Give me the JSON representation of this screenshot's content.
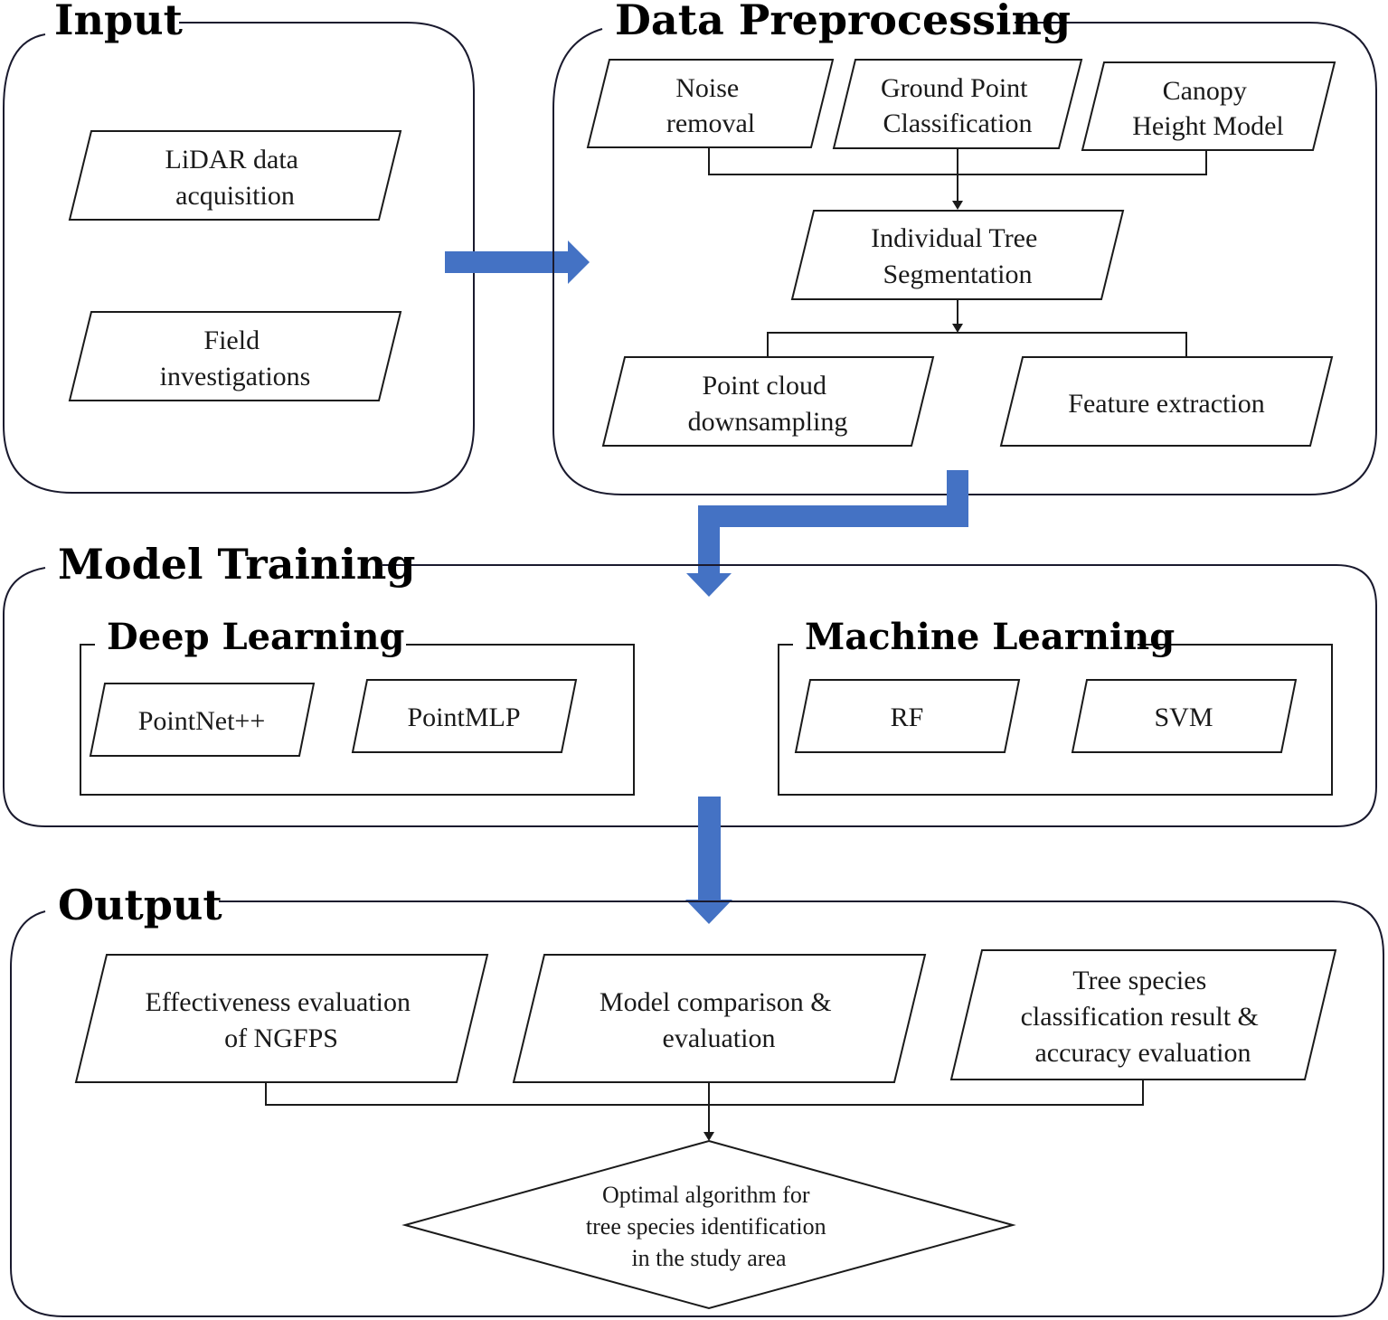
{
  "sections": {
    "input": {
      "title": "Input",
      "lidar": [
        "LiDAR data",
        "acquisition"
      ],
      "field": [
        "Field",
        "investigations"
      ]
    },
    "preprocessing": {
      "title": "Data Preprocessing",
      "noise": [
        "Noise",
        "removal"
      ],
      "ground": [
        "Ground Point",
        "Classification"
      ],
      "canopy": [
        "Canopy",
        "Height Model"
      ],
      "segmentation": [
        "Individual Tree",
        "Segmentation"
      ],
      "downsampling": [
        "Point cloud",
        "downsampling"
      ],
      "feature": "Feature extraction"
    },
    "training": {
      "title": "Model Training",
      "deep": {
        "title": "Deep Learning",
        "pointnet": "PointNet++",
        "pointmlp": "PointMLP"
      },
      "machine": {
        "title": "Machine Learning",
        "rf": "RF",
        "svm": "SVM"
      }
    },
    "output": {
      "title": "Output",
      "effectiveness": [
        "Effectiveness evaluation",
        "of NGFPS"
      ],
      "comparison": [
        "Model comparison &",
        "evaluation"
      ],
      "species": [
        "Tree species",
        "classification result &",
        "accuracy evaluation"
      ],
      "optimal": [
        "Optimal algorithm for",
        "tree species identification",
        "in the study area"
      ]
    }
  },
  "colors": {
    "flow_arrow": "#4472c4",
    "frame_stroke": "#1a1a2e"
  }
}
